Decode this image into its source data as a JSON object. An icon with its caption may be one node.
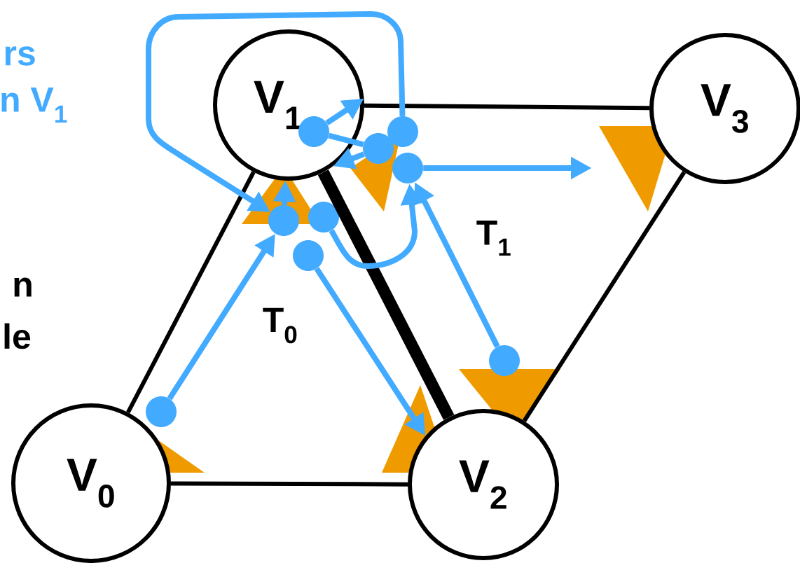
{
  "diagram": {
    "nodes": [
      {
        "text": [
          "V$_{1}$"
        ]
      },
      {
        "text": [
          "V$_{3}$"
        ]
      },
      {
        "text": [
          "V$_{0}$"
        ]
      },
      {
        "text": [
          "V$_{2}$"
        ]
      },
      {
        "text": [],
        "shape": "circle",
        "in": 0
      },
      {
        "text": [],
        "shape": "circle"
      },
      {
        "text": [],
        "shape": "circle"
      },
      {
        "text": [],
        "shape": "circle"
      },
      {
        "text": [],
        "shape": "circle"
      },
      {
        "text": [],
        "shape": "circle"
      },
      {
        "text": [],
        "shape": "circle"
      },
      {
        "text": [],
        "shape": "circle"
      },
      {
        "text": [],
        "shape": "circle"
      }
    ],
    "edges": [
      {
        "from": 2,
        "to": 0,
        "arrow": "none",
        "color": "#000000"
      },
      {
        "from": 0,
        "to": 1,
        "arrow": "none",
        "color": "#000000"
      },
      {
        "from": 0,
        "to": 3,
        "arrow": "none",
        "style": "thick",
        "color": "#000000"
      },
      {
        "from": 2,
        "to": 3,
        "arrow": "none",
        "color": "#000000"
      },
      {
        "from": 3,
        "to": 1,
        "arrow": "none",
        "color": "#000000"
      },
      {
        "from": 12,
        "to": 8,
        "arrow": "to"
      },
      {
        "from": 8,
        "to": 0,
        "arrow": "to"
      },
      {
        "from": 5,
        "to": 8,
        "arrow": "to"
      },
      {
        "from": 9,
        "to": 7,
        "arrow": "to"
      },
      {
        "from": 10,
        "to": 3,
        "arrow": "to"
      },
      {
        "from": 4,
        "to": 0,
        "arrow": "to"
      },
      {
        "from": 4,
        "to": 6,
        "arrow": "none"
      },
      {
        "from": 6,
        "to": 0,
        "arrow": "to"
      },
      {
        "from": 7,
        "to": null,
        "arrow": "to"
      },
      {
        "from": 11,
        "to": 7,
        "arrow": "to"
      }
    ],
    "labels": [
      "rs",
      "n V$_{1}$",
      "T$_{1}$",
      "n",
      "T$_{0}$",
      "le"
    ]
  }
}
